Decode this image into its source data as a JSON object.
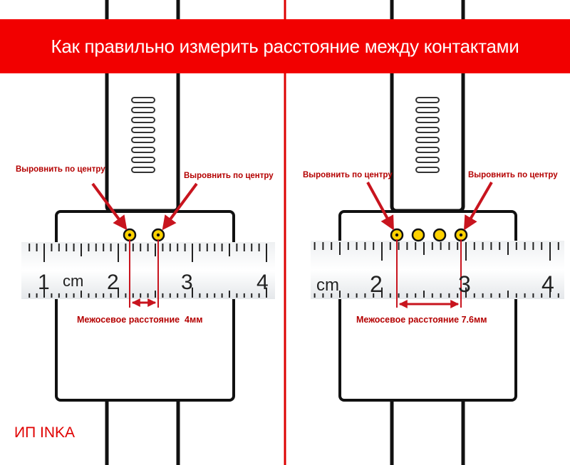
{
  "title": "Как правильно измерить расстояние между контактами",
  "brand": "ИП INKA",
  "colors": {
    "banner": "#f20000",
    "divider": "#dd0000",
    "arrow": "#c8141e",
    "label": "#b40000",
    "contact": "#ffd200",
    "strap": "#111111"
  },
  "left_panel": {
    "align_left": "Выровнить по центру",
    "align_right": "Выровнить по центру",
    "measure_label": "Межосевое расстояние  4мм",
    "ruler_labels": [
      "1",
      "cm",
      "2",
      "3",
      "4"
    ],
    "contacts": 2
  },
  "right_panel": {
    "align_left": "Выровнить по центру",
    "align_right": "Выровнить по центру",
    "measure_label": "Межосевое расстояние 7.6мм",
    "ruler_labels": [
      "cm",
      "2",
      "3",
      "4"
    ],
    "contacts": 4
  }
}
